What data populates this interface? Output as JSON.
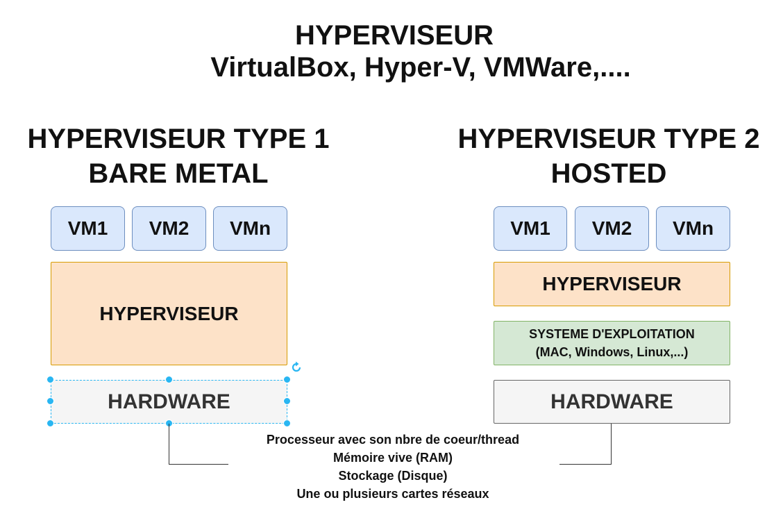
{
  "title": {
    "line1": "HYPERVISEUR",
    "line2": "VirtualBox, Hyper-V, VMWare,...."
  },
  "type1": {
    "heading_line1": "HYPERVISEUR TYPE 1",
    "heading_line2": "BARE METAL",
    "vms": [
      "VM1",
      "VM2",
      "VMn"
    ],
    "hypervisor": "HYPERVISEUR",
    "hardware": "HARDWARE"
  },
  "type2": {
    "heading_line1": "HYPERVISEUR TYPE 2",
    "heading_line2": "HOSTED",
    "vms": [
      "VM1",
      "VM2",
      "VMn"
    ],
    "hypervisor": "HYPERVISEUR",
    "os_line1": "SYSTEME D'EXPLOITATION",
    "os_line2": "(MAC, Windows, Linux,...)",
    "hardware": "HARDWARE"
  },
  "hardware_notes": [
    "Processeur avec son nbre de coeur/thread",
    "Mémoire vive (RAM)",
    "Stockage (Disque)",
    "Une ou plusieurs cartes réseaux"
  ],
  "colors": {
    "vm_fill": "#dae8fc",
    "vm_stroke": "#6c8ebf",
    "hypervisor_fill": "#fde2c8",
    "hypervisor_stroke": "#d79b00",
    "os_fill": "#d5e8d4",
    "os_stroke": "#82b366",
    "hardware_fill": "#f5f5f5",
    "hardware_stroke": "#666666",
    "selection": "#29b6f2"
  },
  "icons": {
    "selection_rotate": "rotate-arrow-icon"
  }
}
